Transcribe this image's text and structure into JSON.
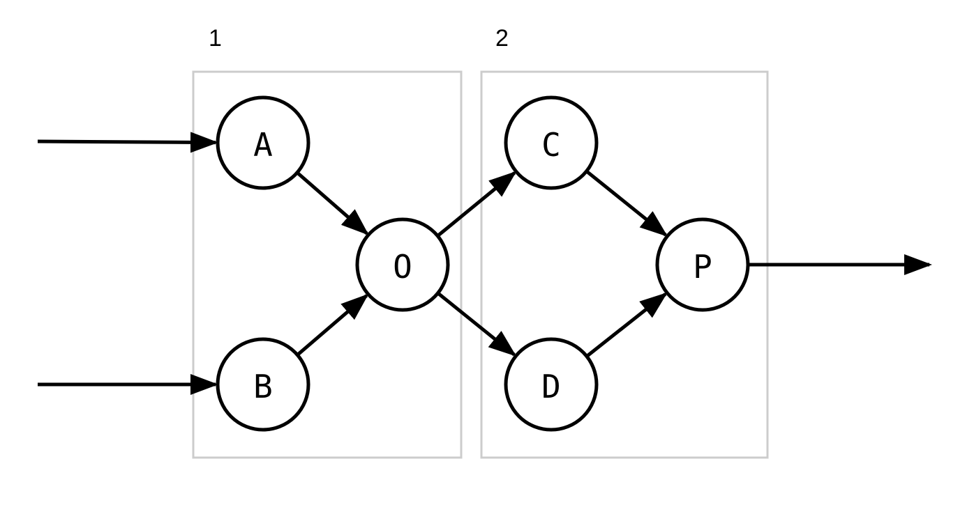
{
  "groups": [
    {
      "id": "1",
      "label": "1"
    },
    {
      "id": "2",
      "label": "2"
    }
  ],
  "nodes": [
    {
      "id": "A",
      "label": "A"
    },
    {
      "id": "B",
      "label": "B"
    },
    {
      "id": "O",
      "label": "O"
    },
    {
      "id": "C",
      "label": "C"
    },
    {
      "id": "D",
      "label": "D"
    },
    {
      "id": "P",
      "label": "P"
    }
  ],
  "edges": [
    {
      "from": "input-a",
      "to": "A"
    },
    {
      "from": "input-b",
      "to": "B"
    },
    {
      "from": "A",
      "to": "O"
    },
    {
      "from": "B",
      "to": "O"
    },
    {
      "from": "O",
      "to": "C"
    },
    {
      "from": "O",
      "to": "D"
    },
    {
      "from": "C",
      "to": "P"
    },
    {
      "from": "D",
      "to": "P"
    },
    {
      "from": "P",
      "to": "output"
    }
  ],
  "colors": {
    "stroke": "#000000",
    "box": "#cccccc",
    "background": "#ffffff"
  }
}
